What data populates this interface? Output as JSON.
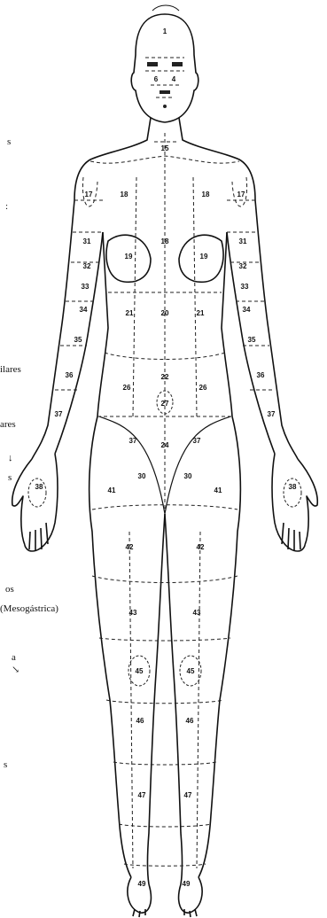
{
  "side_text": [
    "s",
    "ilares",
    "ares",
    "s",
    "os",
    "(Mesogástrica)",
    "a",
    "s"
  ],
  "stray_marks": [
    ":",
    "↓",
    "↘"
  ],
  "regions": {
    "head": "1",
    "face": [
      "6",
      "4"
    ],
    "neck": "15",
    "deltoid_left": "17",
    "deltoid_right": "17",
    "upper_chest_left": "18",
    "upper_chest_right": "18",
    "sternum": "18",
    "breast_left": "19",
    "breast_right": "19",
    "upper_arm_left": [
      "31",
      "32",
      "33",
      "34"
    ],
    "upper_arm_right": [
      "31",
      "32",
      "33",
      "34"
    ],
    "abdomen_upper": [
      "21",
      "20",
      "21"
    ],
    "abdomen_mid": [
      "26",
      "22",
      "26"
    ],
    "navel": "27",
    "forearm_left": [
      "35",
      "36",
      "37"
    ],
    "forearm_right": [
      "35",
      "36",
      "37"
    ],
    "pelvis": [
      "37",
      "24",
      "37"
    ],
    "groin": [
      "30",
      "30"
    ],
    "hands": [
      "38",
      "38"
    ],
    "hip_left": "41",
    "hip_right": "41",
    "thigh_left": "42",
    "thigh_right": "42",
    "lower_thigh_left": "43",
    "lower_thigh_right": "43",
    "knee_left": "45",
    "knee_right": "45",
    "shin_left": "46",
    "shin_right": "46",
    "calf_left": "47",
    "calf_right": "47",
    "foot_left": "49",
    "foot_right": "49"
  }
}
